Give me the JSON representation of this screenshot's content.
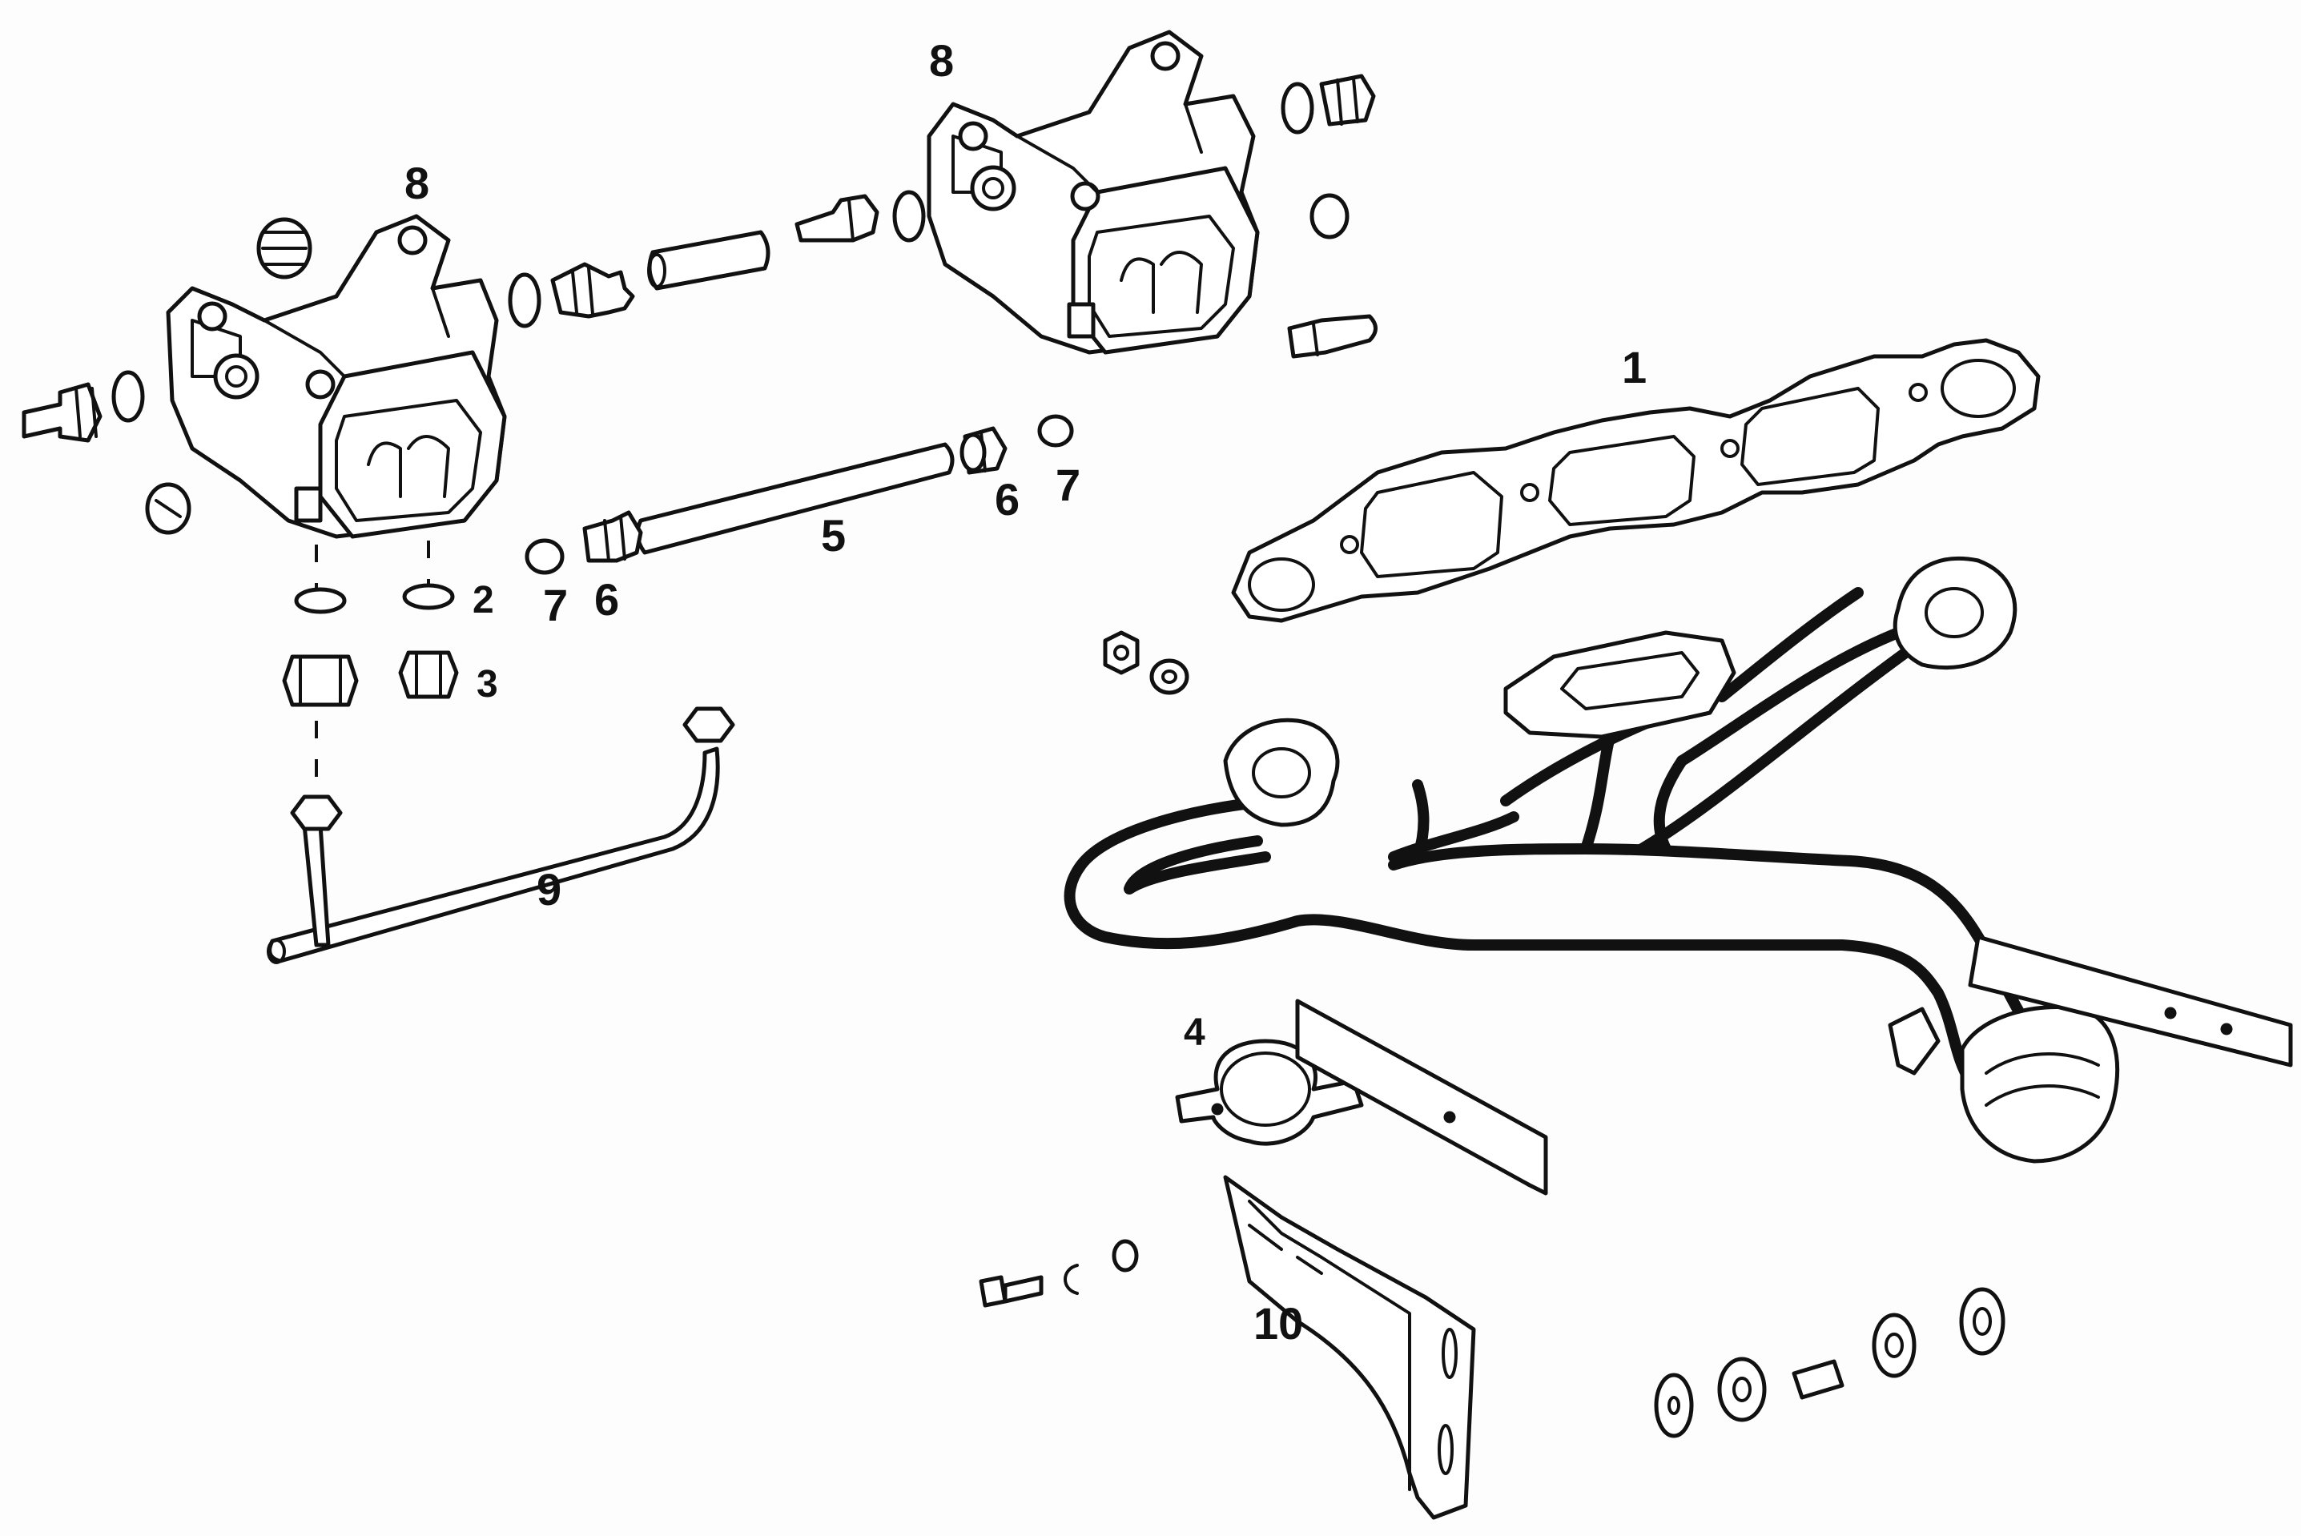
{
  "callouts": {
    "c1": "1",
    "c2": "2",
    "c3": "3",
    "c4": "4",
    "c5": "5",
    "c6a": "6",
    "c6b": "6",
    "c7a": "7",
    "c7b": "7",
    "c8a": "8",
    "c8b": "8",
    "c9": "9",
    "c10": "10"
  }
}
